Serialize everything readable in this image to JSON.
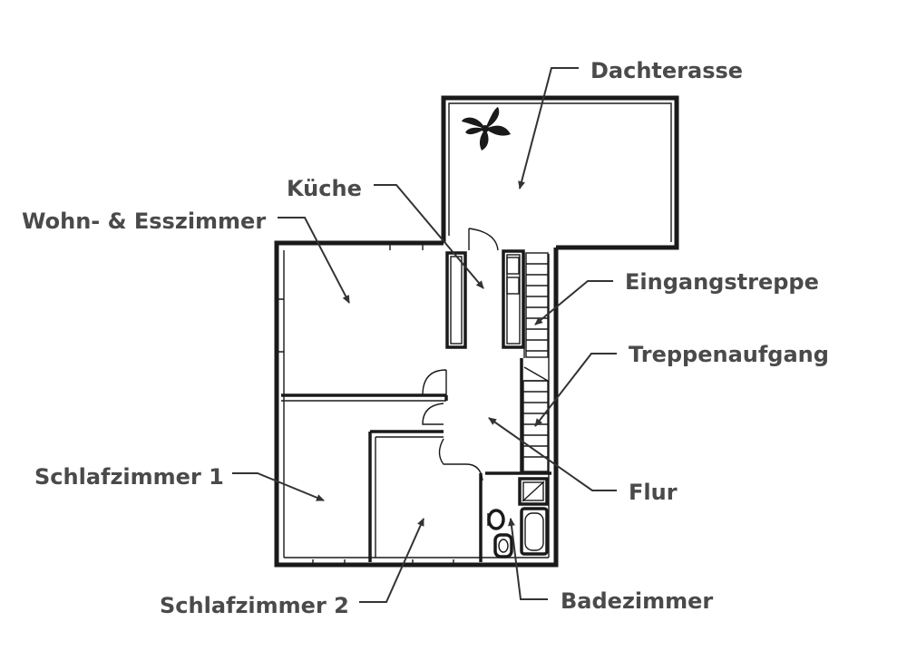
{
  "labels": {
    "dachterasse": "Dachterasse",
    "kueche": "Küche",
    "wohn_esszimmer": "Wohn- & Esszimmer",
    "eingangstreppe": "Eingangstreppe",
    "treppenaufgang": "Treppenaufgang",
    "flur": "Flur",
    "schlafzimmer_1": "Schlafzimmer 1",
    "schlafzimmer_2": "Schlafzimmer 2",
    "badezimmer": "Badezimmer"
  },
  "colors": {
    "walls": "#1a1a1a",
    "label_text": "#4a4a4a",
    "leader_lines": "#333333",
    "background": "#ffffff"
  },
  "icons": {
    "plant": "plant-icon",
    "toilet": "toilet-icon",
    "bathtub": "bathtub-icon",
    "shower": "shower-icon",
    "sink": "sink-icon"
  }
}
